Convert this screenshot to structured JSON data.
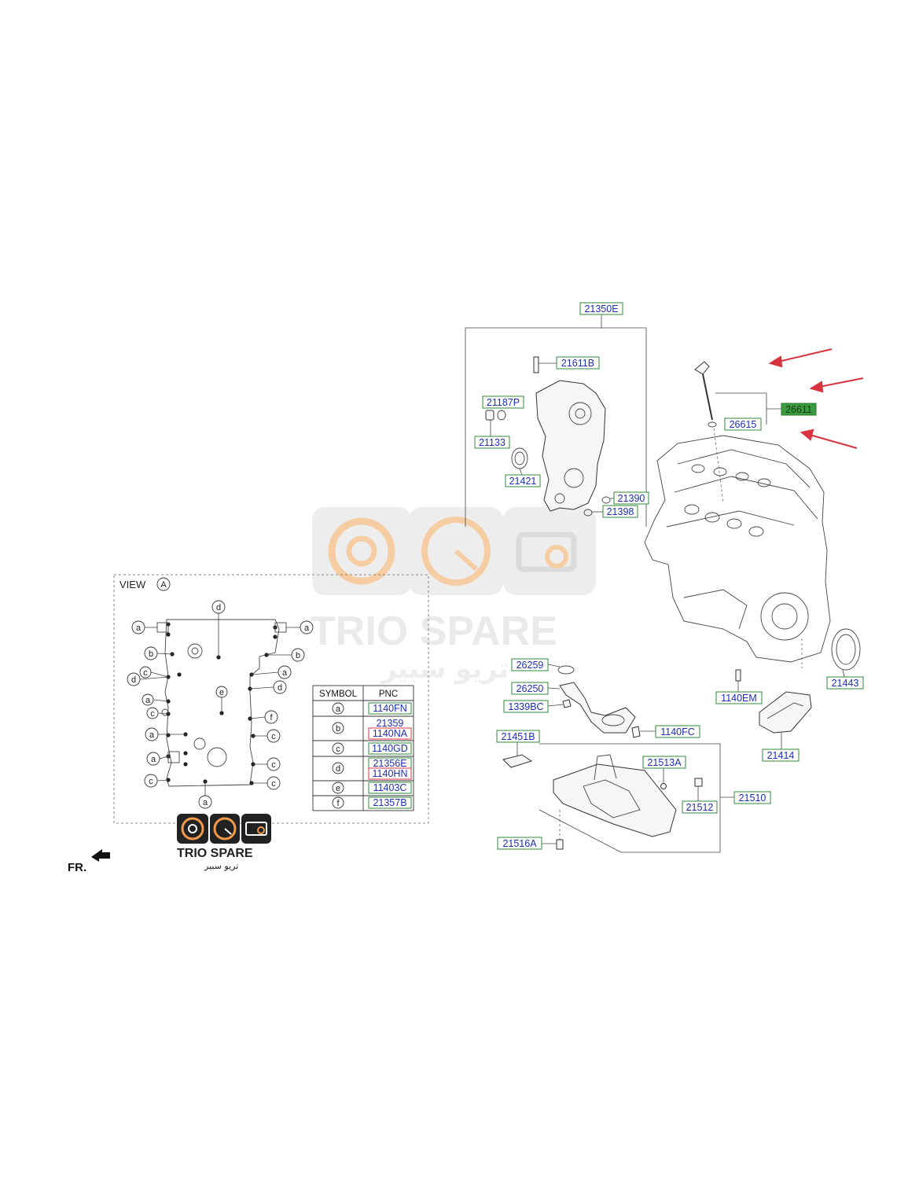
{
  "watermark": {
    "brand": "TRIO SPARE",
    "brand_ar": "تريو سبير",
    "icons": [
      "brake-disc-icon",
      "speedometer-icon",
      "engine-icon"
    ],
    "accent": "#f39a4a"
  },
  "logo": {
    "brand": "TRIO SPARE",
    "brand_ar": "تريو سبير"
  },
  "front_label": "FR.",
  "view": {
    "label": "VIEW",
    "symbol": "A"
  },
  "table": {
    "headers": [
      "SYMBOL",
      "PNC"
    ],
    "rows": [
      {
        "symbol": "a",
        "pnc": [
          "1140FN"
        ]
      },
      {
        "symbol": "b",
        "pnc": [
          "21359",
          "1140NA"
        ]
      },
      {
        "symbol": "c",
        "pnc": [
          "1140GD"
        ]
      },
      {
        "symbol": "d",
        "pnc": [
          "21356E",
          "1140HN"
        ]
      },
      {
        "symbol": "e",
        "pnc": [
          "11403C"
        ]
      },
      {
        "symbol": "f",
        "pnc": [
          "21357B"
        ]
      }
    ]
  },
  "view_symbols": [
    "a",
    "a",
    "b",
    "c",
    "d",
    "a",
    "c",
    "a",
    "a",
    "c",
    "a",
    "d",
    "b",
    "a",
    "d",
    "e",
    "f",
    "c",
    "c",
    "c",
    "a"
  ],
  "parts": {
    "p21350E": "21350E",
    "p21611B": "21611B",
    "p21187P": "21187P",
    "p21133": "21133",
    "p21421": "21421",
    "p21390": "21390",
    "p21398": "21398",
    "p26611": "26611",
    "p26615": "26615",
    "p26259": "26259",
    "p26250": "26250",
    "p1339BC": "1339BC",
    "p1140FC": "1140FC",
    "p21451B": "21451B",
    "p21513A": "21513A",
    "p21512": "21512",
    "p21510": "21510",
    "p21516A": "21516A",
    "p1140EM": "1140EM",
    "p21414": "21414",
    "p21443": "21443"
  },
  "colors": {
    "label_text": "#1c2fb8",
    "label_border": "#2f8a3a",
    "highlight": "#3d9b3f",
    "arrow": "#d9333f"
  }
}
